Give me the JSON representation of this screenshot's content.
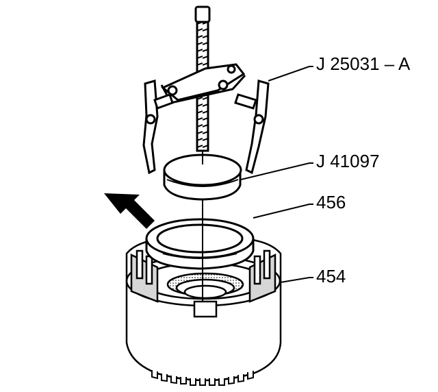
{
  "callouts": {
    "puller": "J 25031 – A",
    "adapter": "J 41097",
    "part_456": "456",
    "part_454": "454"
  },
  "colors": {
    "ink": "#000000",
    "paper": "#ffffff",
    "shade": "#9a9a9a",
    "light_shade": "#d6d6d6"
  },
  "icons": {
    "pointer": "black-arrow-icon"
  }
}
